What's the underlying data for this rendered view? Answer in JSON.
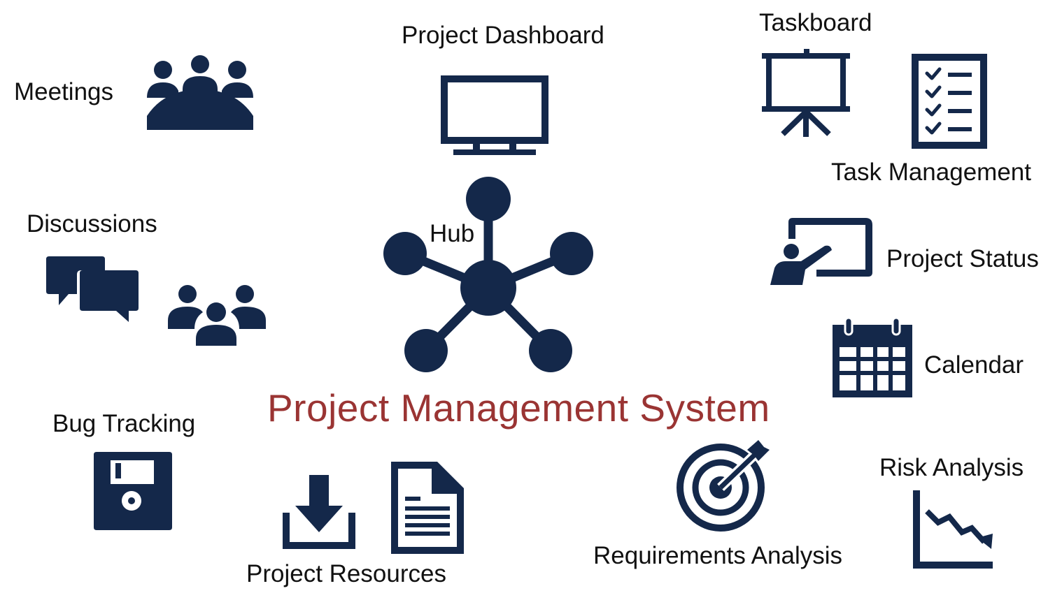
{
  "colors": {
    "icon": "#14284a",
    "text": "#111111",
    "title": "#9a3433"
  },
  "title": "Project Management System",
  "hub": {
    "label": "Hub",
    "icon": "hub-network-icon"
  },
  "modules": {
    "meetings": {
      "label": "Meetings",
      "icon": "meeting-table-icon"
    },
    "project_dashboard": {
      "label": "Project Dashboard",
      "icon": "monitor-icon"
    },
    "taskboard": {
      "label": "Taskboard",
      "icon": "presentation-easel-icon"
    },
    "task_management": {
      "label": "Task Management",
      "icon": "checklist-icon"
    },
    "discussions": {
      "label": "Discussions",
      "icons": [
        "chat-bubbles-icon",
        "people-group-icon"
      ]
    },
    "project_status": {
      "label": "Project Status",
      "icon": "presenter-board-icon"
    },
    "calendar": {
      "label": "Calendar",
      "icon": "calendar-icon"
    },
    "bug_tracking": {
      "label": "Bug Tracking",
      "icon": "floppy-disk-icon"
    },
    "project_resources": {
      "label": "Project Resources",
      "icons": [
        "download-icon",
        "document-icon"
      ]
    },
    "requirements_analysis": {
      "label": "Requirements Analysis",
      "icon": "target-arrow-icon"
    },
    "risk_analysis": {
      "label": "Risk Analysis",
      "icon": "declining-chart-icon"
    }
  }
}
